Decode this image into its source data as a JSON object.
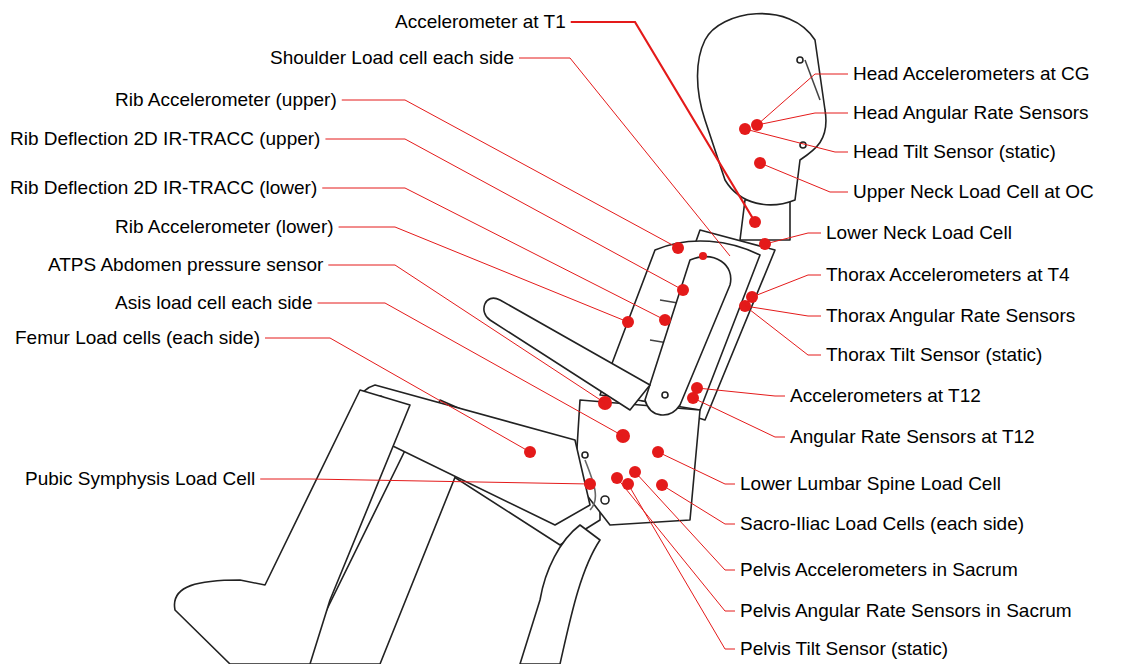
{
  "diagram": {
    "labels": [
      "Accelerometer at T1",
      "Shoulder Load cell each side",
      "Rib Accelerometer (upper)",
      "Rib Deflection 2D IR-TRACC (upper)",
      "Rib Deflection 2D IR-TRACC (lower)",
      "Rib Accelerometer (lower)",
      "ATPS Abdomen pressure sensor",
      "Asis load cell each side",
      "Femur Load cells (each side)",
      "Pubic Symphysis Load Cell",
      "Head Accelerometers at CG",
      "Head Angular Rate Sensors",
      "Head Tilt Sensor (static)",
      "Upper Neck Load Cell at OC",
      "Lower Neck Load Cell",
      "Thorax Accelerometers at T4",
      "Thorax Angular Rate Sensors",
      "Thorax Tilt Sensor (static)",
      "Accelerometers at T12",
      "Angular Rate Sensors at T12",
      "Lower Lumbar Spine Load Cell",
      "Sacro-Iliac Load Cells (each side)",
      "Pelvis Accelerometers in Sacrum",
      "Pelvis Angular Rate Sensors in Sacrum",
      "Pelvis Tilt Sensor (static)"
    ]
  }
}
